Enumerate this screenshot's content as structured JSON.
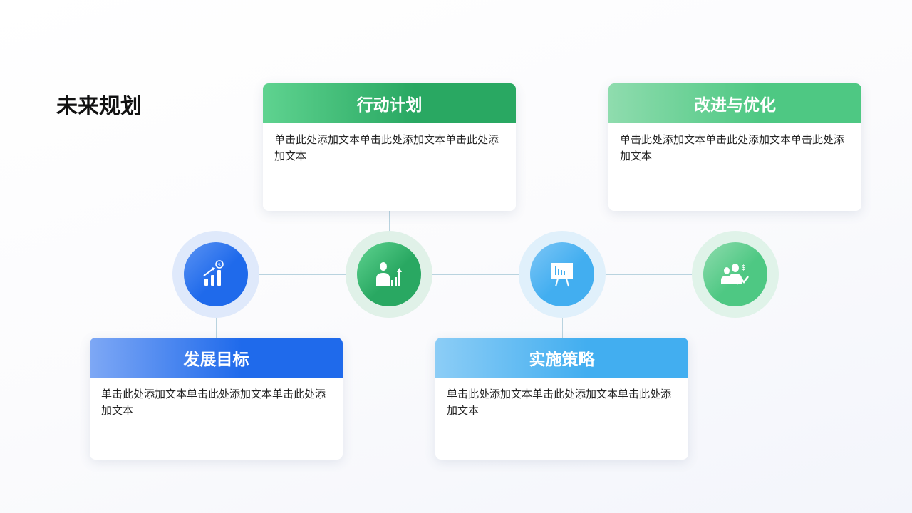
{
  "title": "未来规划",
  "cards": [
    {
      "title": "行动计划",
      "body": "单击此处添加文本单击此处添加文本单击此处添加文本",
      "color": "#29a862"
    },
    {
      "title": "改进与优化",
      "body": "单击此处添加文本单击此处添加文本单击此处添加文本",
      "color": "#4ec883"
    },
    {
      "title": "发展目标",
      "body": "单击此处添加文本单击此处添加文本单击此处添加文本",
      "color": "#1f6aeb"
    },
    {
      "title": "实施策略",
      "body": "单击此处添加文本单击此处添加文本单击此处添加文本",
      "color": "#42aef0"
    }
  ],
  "icons": [
    "chart-growth-dollar-icon",
    "businessman-growth-icon",
    "presentation-board-icon",
    "team-dollar-icon"
  ]
}
